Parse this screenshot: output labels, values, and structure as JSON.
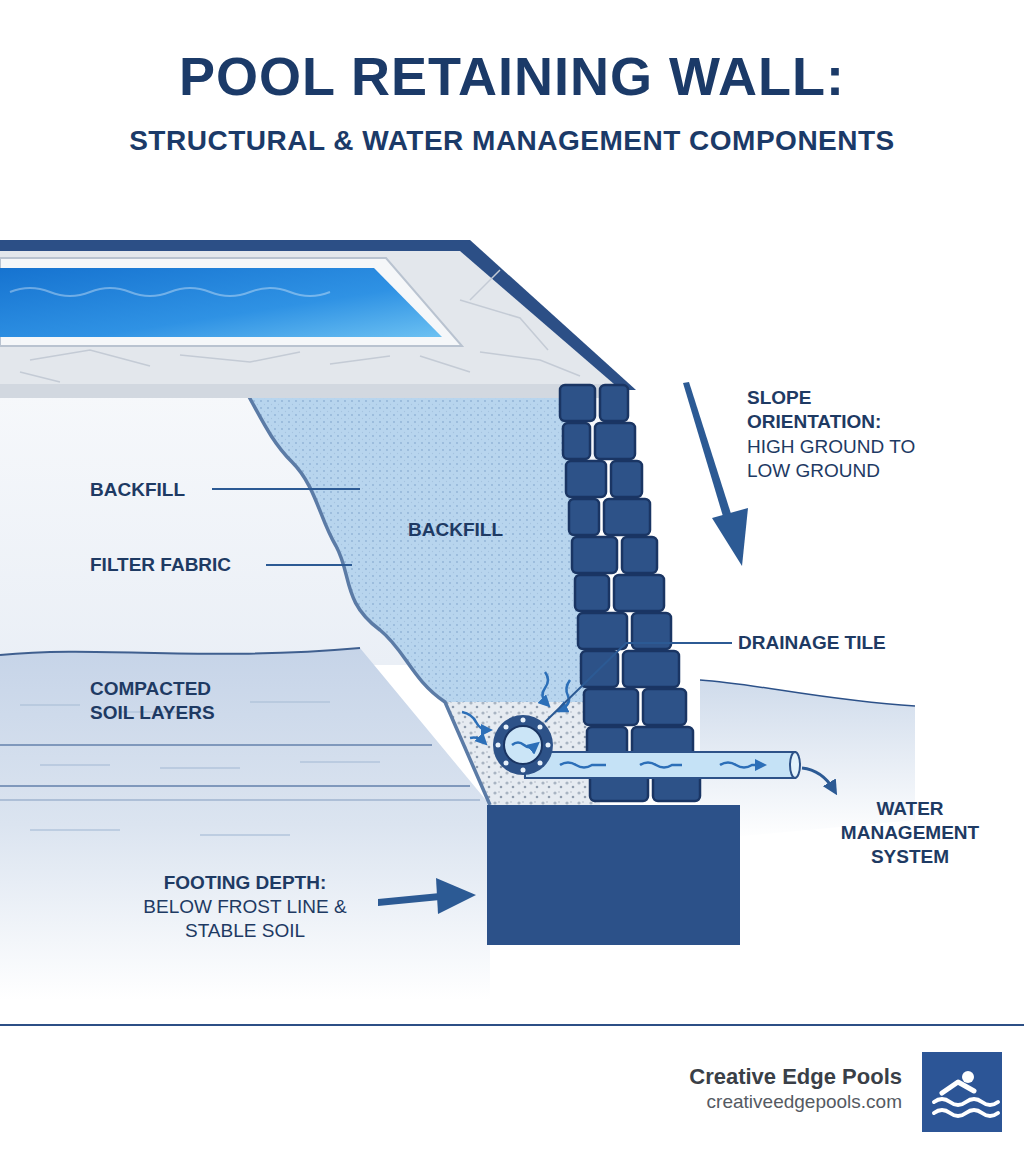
{
  "diagram": {
    "title": "POOL RETAINING WALL:",
    "labels": [
      "STRUCTURAL & WATER MANAGEMENT COMPONENTS",
      "BACKFILL",
      "BACKFILL",
      "FILTER FABRIC",
      "COMPACTED SOIL LAYERS",
      "FOOTING DEPTH:",
      "BELOW FROST LINE & STABLE SOIL",
      "SLOPE ORIENTATION:",
      "HIGH GROUND TO LOW GROUND",
      "DRAINAGE TILE",
      "WATER MANAGEMENT SYSTEM",
      "Creative Edge Pools",
      "creativeedgepools.com"
    ]
  }
}
